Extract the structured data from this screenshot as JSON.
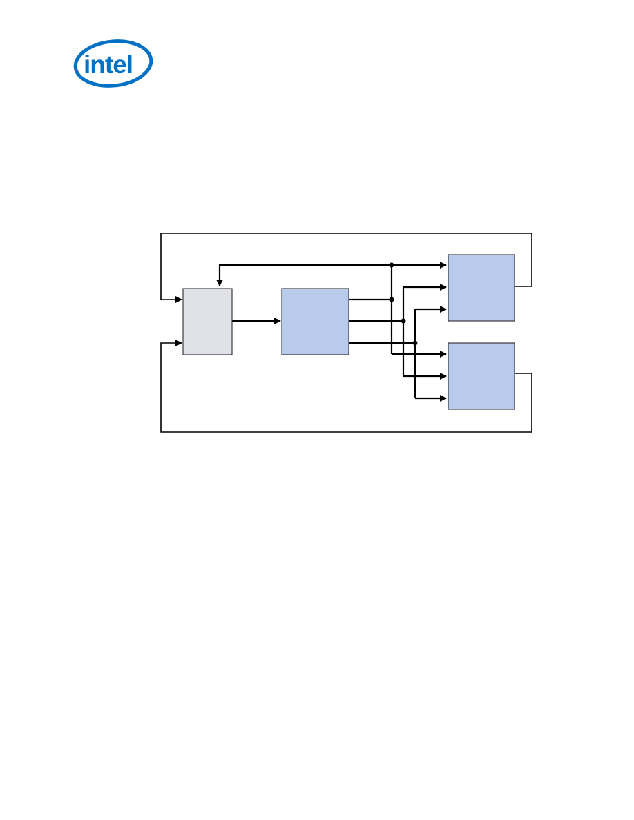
{
  "brand": {
    "logo_text": "intel",
    "logo_color": "#0071c5",
    "logo_icon": "intel-logo-icon"
  },
  "diagram": {
    "colors": {
      "gray_block": "#e1e2e8",
      "blue_block": "#b9cbea",
      "line": "#000000"
    },
    "blocks": [
      {
        "id": "gray-block",
        "label": ""
      },
      {
        "id": "center-blue-block",
        "label": ""
      },
      {
        "id": "upper-right-block",
        "label": ""
      },
      {
        "id": "lower-right-block",
        "label": ""
      }
    ]
  }
}
